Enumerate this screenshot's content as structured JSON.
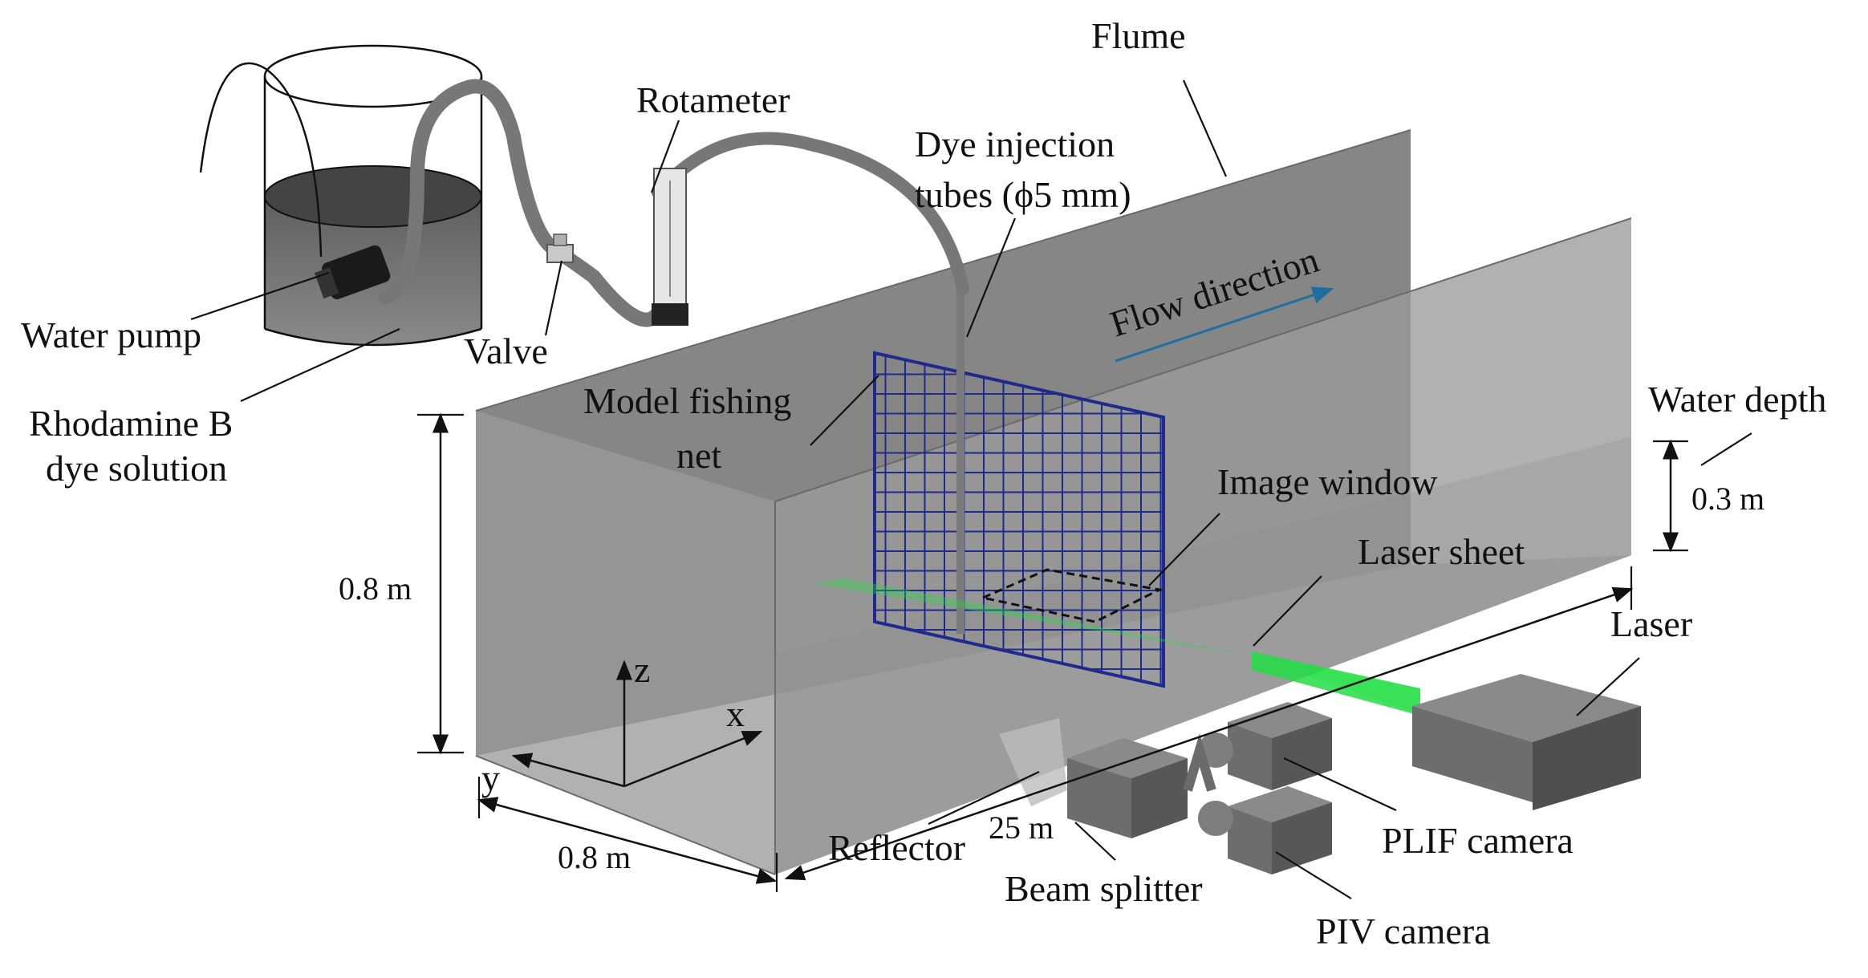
{
  "labels": {
    "flume": "Flume",
    "rotameter": "Rotameter",
    "dye_injection_line1": "Dye injection",
    "dye_injection_line2": "tubes (ϕ5 mm)",
    "flow_direction": "Flow direction",
    "water_pump": "Water pump",
    "valve": "Valve",
    "rhodamine_line1": "Rhodamine B",
    "rhodamine_line2": "dye solution",
    "model_net_line1": "Model fishing",
    "model_net_line2": "net",
    "water_depth": "Water depth",
    "water_depth_value": "0.3 m",
    "image_window": "Image window",
    "laser_sheet": "Laser sheet",
    "laser": "Laser",
    "height_value": "0.8 m",
    "width_value": "0.8 m",
    "length_value": "25 m",
    "axis_x": "x",
    "axis_y": "y",
    "axis_z": "z",
    "reflector": "Reflector",
    "beam_splitter": "Beam splitter",
    "plif_camera": "PLIF camera",
    "piv_camera": "PIV camera"
  },
  "colors": {
    "flume_wall": "#8e8e8e",
    "flume_wall_front": "#a3a3a3",
    "flume_floor": "#b4b4b4",
    "net": "#1f2a8c",
    "laser_beam": "#22dd44",
    "flow_arrow": "#1f6f9e",
    "equipment": "#6f6f6f"
  }
}
